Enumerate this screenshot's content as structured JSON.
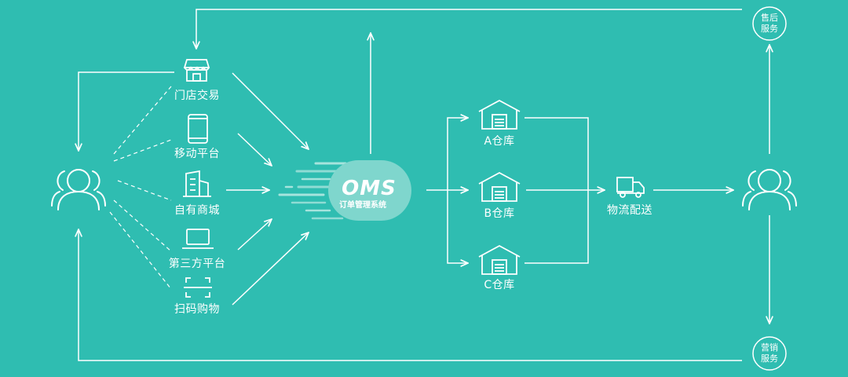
{
  "core": {
    "title": "OMS",
    "subtitle": "订单管理系统"
  },
  "channels": [
    {
      "label": "门店交易",
      "icon": "storefront-icon"
    },
    {
      "label": "移动平台",
      "icon": "mobile-phone-icon"
    },
    {
      "label": "自有商城",
      "icon": "building-icon"
    },
    {
      "label": "第三方平台",
      "icon": "laptop-icon"
    },
    {
      "label": "扫码购物",
      "icon": "qr-scan-icon"
    }
  ],
  "warehouses": [
    {
      "label": "A仓库",
      "icon": "warehouse-icon"
    },
    {
      "label": "B仓库",
      "icon": "warehouse-icon"
    },
    {
      "label": "C仓库",
      "icon": "warehouse-icon"
    }
  ],
  "logistics": {
    "label": "物流配送",
    "icon": "delivery-truck-icon"
  },
  "services": {
    "after_sales": {
      "line1": "售后",
      "line2": "服务"
    },
    "marketing": {
      "line1": "营销",
      "line2": "服务"
    }
  },
  "colors": {
    "background": "#2fbdb1",
    "line": "#ffffff",
    "core_pill": "#7fd6cd",
    "core_pill_light": "#a6e4dd"
  }
}
